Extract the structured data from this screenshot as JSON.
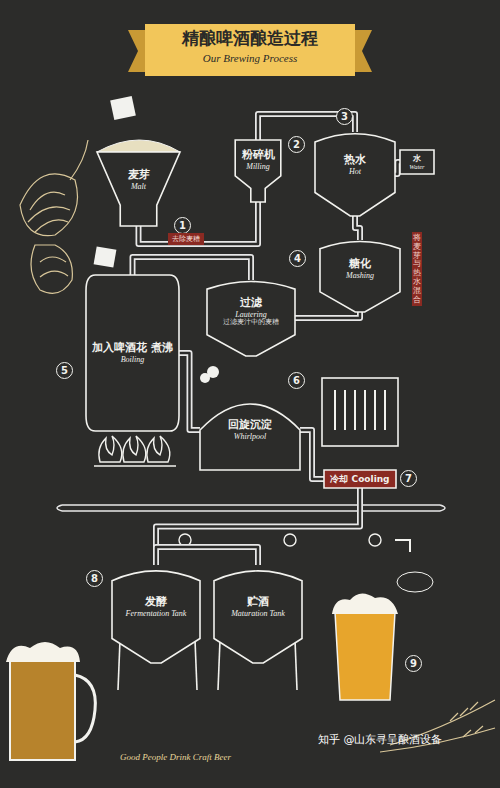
{
  "diagram": {
    "title": "精酿啤酒酿造过程",
    "nodes": [
      {
        "text": [
          "麦芽",
          "Malt"
        ]
      },
      {
        "text": [
          "粉碎机",
          "Milling"
        ]
      },
      {
        "text": [
          "热水",
          "Hot"
        ]
      },
      {
        "text": [
          "水",
          "Water"
        ]
      },
      {
        "text": [
          "糖化",
          "Mashing"
        ]
      },
      {
        "text": [
          "过滤",
          "Lautering",
          "过滤麦汁中的麦糟"
        ]
      },
      {
        "text": [
          "加入啤酒花 煮沸",
          "Boiling"
        ]
      },
      {
        "text": [
          "回旋沉淀",
          "Whirlpool"
        ]
      },
      {
        "text": [
          "冷却 Cooling"
        ]
      },
      {
        "text": [
          "发酵",
          "Fermentation Tank"
        ]
      },
      {
        "text": [
          "贮酒",
          "Maturation Tank"
        ]
      }
    ],
    "edges": [
      {
        "from": 0,
        "to": 1,
        "arrow": "none"
      },
      {
        "from": 1,
        "to": 2,
        "arrow": "none"
      },
      {
        "from": 3,
        "to": 2,
        "arrow": "none"
      },
      {
        "from": 2,
        "to": 4,
        "arrow": "none"
      },
      {
        "from": 4,
        "to": 5,
        "arrow": "none"
      },
      {
        "from": 5,
        "to": 6,
        "arrow": "none"
      },
      {
        "from": 6,
        "to": 7,
        "arrow": "none"
      },
      {
        "from": 7,
        "to": 8,
        "arrow": "none"
      },
      {
        "from": 8,
        "to": 9,
        "arrow": "none"
      },
      {
        "from": 9,
        "to": 10,
        "arrow": "none"
      }
    ],
    "labels": [
      "Our Brewing Process",
      "1",
      "2",
      "3",
      "4",
      "5",
      "6",
      "7",
      "8",
      "9",
      "将麦芽与热水混合",
      "去除麦糟",
      "Good People Drink Craft Beer",
      "知乎 @山东寻呈酿酒设备"
    ]
  }
}
